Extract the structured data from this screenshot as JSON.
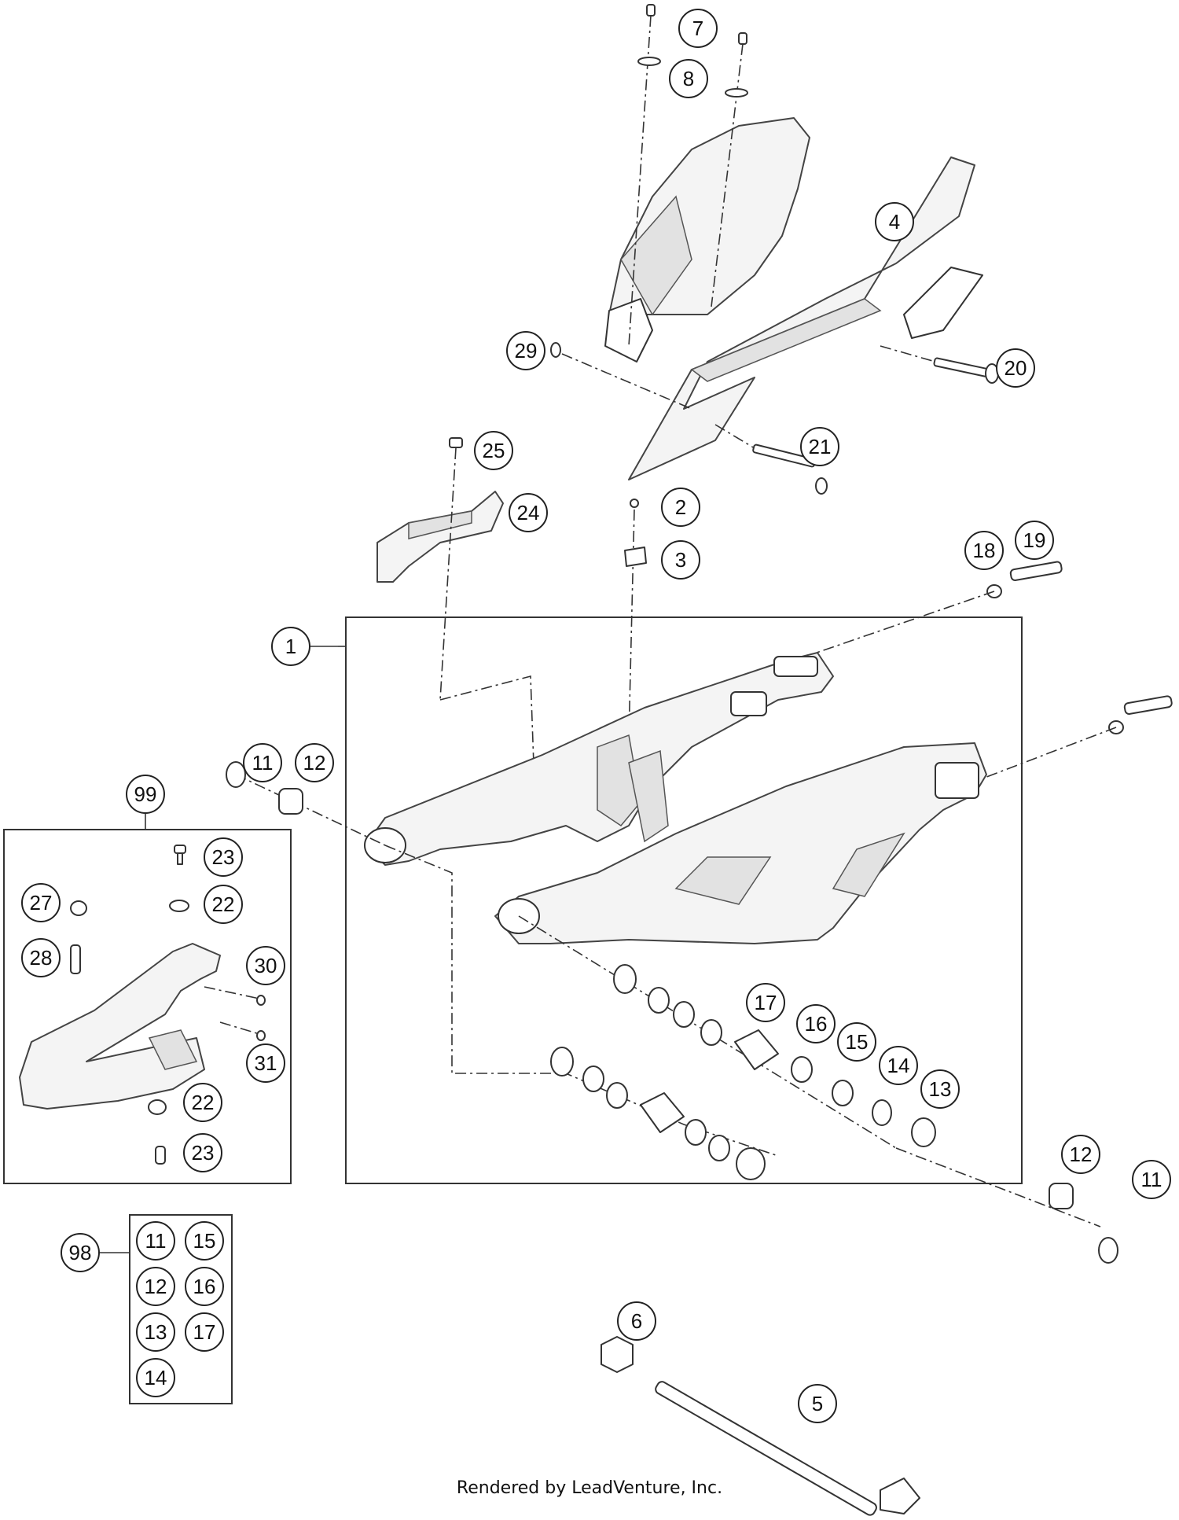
{
  "callouts": {
    "c1": "1",
    "c2": "2",
    "c3": "3",
    "c4": "4",
    "c5": "5",
    "c6": "6",
    "c7": "7",
    "c8": "8",
    "c11a": "11",
    "c11b": "11",
    "c12a": "12",
    "c12b": "12",
    "c13": "13",
    "c14": "14",
    "c15": "15",
    "c16": "16",
    "c17": "17",
    "c18": "18",
    "c19": "19",
    "c20": "20",
    "c21": "21",
    "c22a": "22",
    "c22b": "22",
    "c23a": "23",
    "c23b": "23",
    "c24": "24",
    "c25": "25",
    "c27": "27",
    "c28": "28",
    "c29": "29",
    "c30": "30",
    "c31": "31",
    "c98": "98",
    "c99": "99"
  },
  "kit98": {
    "k11": "11",
    "k12": "12",
    "k13": "13",
    "k14": "14",
    "k15": "15",
    "k16": "16",
    "k17": "17"
  },
  "footer": {
    "credit": "Rendered by LeadVenture, Inc."
  }
}
